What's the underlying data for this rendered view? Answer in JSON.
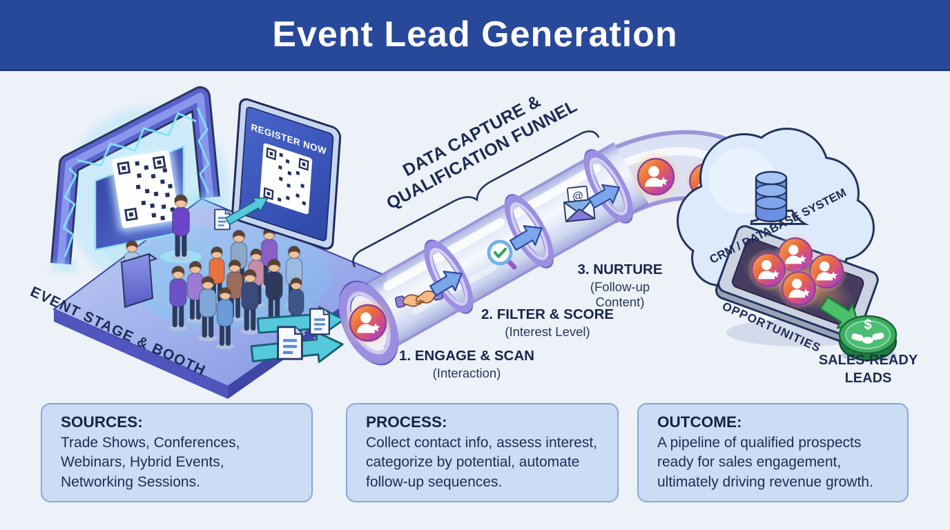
{
  "title": "Event Lead Generation",
  "diagram": {
    "stage": {
      "label": "EVENT STAGE & BOOTH",
      "screen_text": "REGISTER NOW"
    },
    "funnel": {
      "title_line1": "DATA CAPTURE &",
      "title_line2": "QUALIFICATION FUNNEL",
      "steps": [
        {
          "title": "1. ENGAGE & SCAN",
          "subtitle": "(Interaction)"
        },
        {
          "title": "2. FILTER & SCORE",
          "subtitle": "(Interest Level)"
        },
        {
          "title": "3. NURTURE",
          "subtitle": "(Follow-up Content)"
        }
      ]
    },
    "crm_label": "CRM / DATABASE SYSTEM",
    "opportunities_label": "OPPORTUNITIES",
    "sales_ready_label": "SALES-READY LEADS"
  },
  "icons": {
    "dollar": "$",
    "email_at": "@",
    "lead_avatar": "person-star-badge",
    "handshake": "handshake",
    "qualify": "magnifier-green-check",
    "email": "envelope-at",
    "database": "database-cylinder",
    "document": "document-lines",
    "flow_arrow": "arrow-right",
    "sales_coin": "dollar-handshake-coin",
    "qr_code": "qr-code"
  },
  "cards": [
    {
      "title": "SOURCES:",
      "body": "Trade Shows, Conferences, Webinars, Hybrid Events, Networking Sessions."
    },
    {
      "title": "PROCESS:",
      "body": "Collect contact info, assess interest, categorize by potential, automate follow-up sequences."
    },
    {
      "title": "OUTCOME:",
      "body": "A pipeline of qualified prospects ready for sales engagement, ultimately driving revenue growth."
    }
  ],
  "colors": {
    "header_bg": "#28489A",
    "background": "#EDF1F8",
    "text_navy": "#1C2B52",
    "card_bg": "#CBDCF5",
    "card_border": "#82A9DC",
    "funnel_purple": "#9A8FE0",
    "teal_arrow": "#55C8DC",
    "blue_arrow": "#7BA6EC",
    "lead_orange": "#F59A3E",
    "lead_magenta": "#C4479E",
    "success_green": "#3BAD62",
    "cloud_blue": "#DCEAFB"
  }
}
